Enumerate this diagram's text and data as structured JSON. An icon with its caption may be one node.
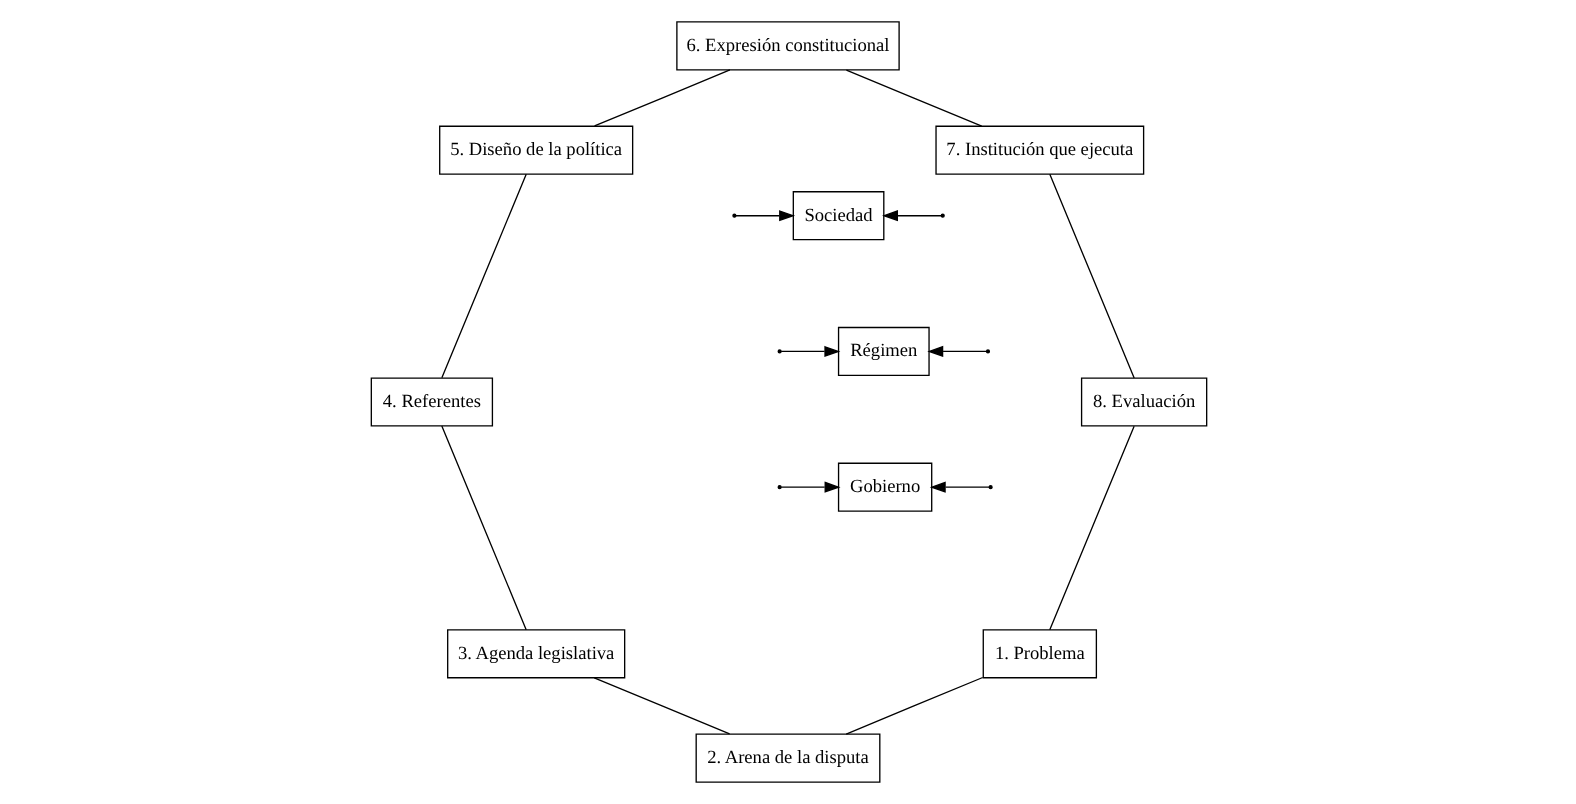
{
  "diagram": {
    "nodes": [
      {
        "text": [
          "1. Problema"
        ]
      },
      {
        "text": [
          "2. Arena de la disputa"
        ]
      },
      {
        "text": [
          "3. Agenda legislativa"
        ]
      },
      {
        "text": [
          "4. Referentes"
        ]
      },
      {
        "text": [
          "5. Diseño de la política"
        ]
      },
      {
        "text": [
          "6. Expresión constitucional"
        ]
      },
      {
        "text": [
          "7. Institución que ejecuta"
        ]
      },
      {
        "text": [
          "8. Evaluación"
        ]
      },
      {
        "text": [
          "Régimen"
        ]
      },
      {
        "text": [
          "Gobierno"
        ]
      },
      {
        "text": [
          "Sociedad"
        ]
      }
    ],
    "edges": [
      {
        "from": 0,
        "to": 1,
        "arrow": "none"
      },
      {
        "from": 1,
        "to": 2,
        "arrow": "none"
      },
      {
        "from": 2,
        "to": 3,
        "arrow": "none"
      },
      {
        "from": 3,
        "to": 4,
        "arrow": "none"
      },
      {
        "from": 4,
        "to": 5,
        "arrow": "none"
      },
      {
        "from": 5,
        "to": 6,
        "arrow": "none"
      },
      {
        "from": 6,
        "to": 7,
        "arrow": "none"
      },
      {
        "from": 7,
        "to": 0,
        "arrow": "none"
      },
      {
        "from": null,
        "to": 8,
        "arrow": "to"
      },
      {
        "from": null,
        "to": 9,
        "arrow": "to"
      },
      {
        "from": null,
        "to": 10,
        "arrow": "to"
      },
      {
        "from": null,
        "to": 8,
        "arrow": "to"
      },
      {
        "from": null,
        "to": 9,
        "arrow": "to"
      },
      {
        "from": null,
        "to": 10,
        "arrow": "to"
      }
    ]
  }
}
